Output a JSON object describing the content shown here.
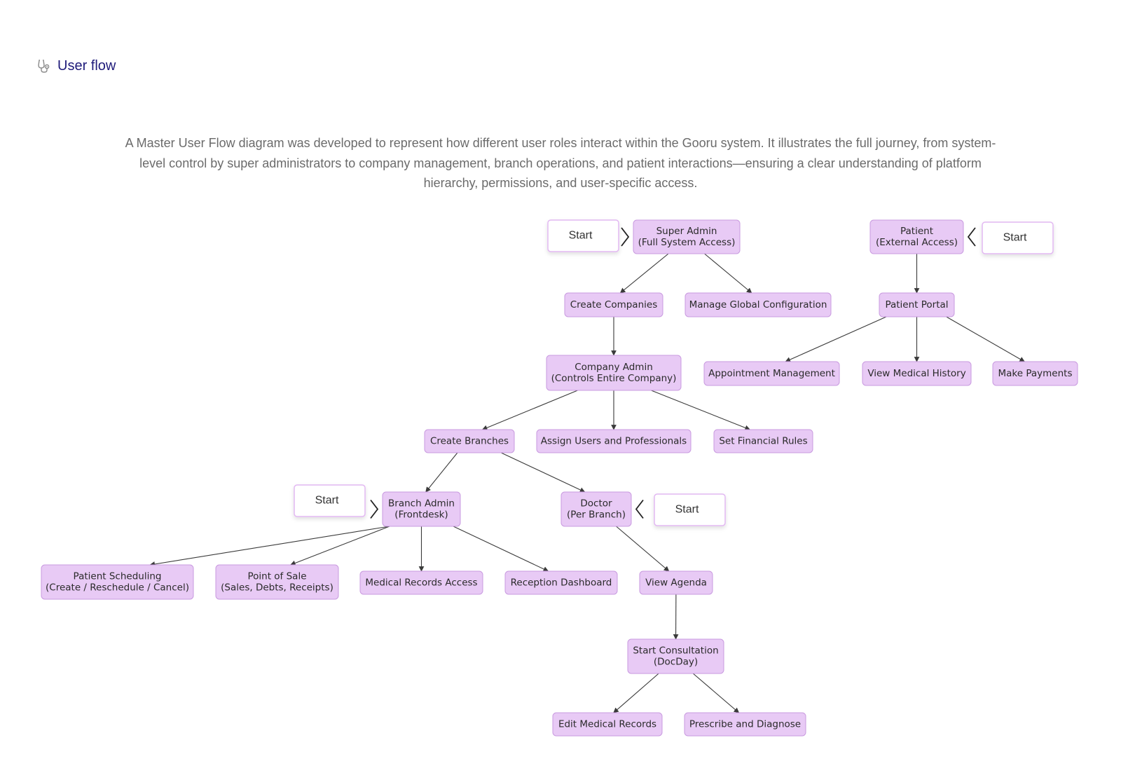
{
  "header": {
    "title": "User flow",
    "icon": "stethoscope-icon"
  },
  "description": "A Master User Flow diagram was developed to represent how different user roles interact within the Gooru system. It illustrates the full journey, from system-level control by super administrators to company management, branch operations, and patient interactions—ensuring a clear understanding of platform hierarchy, permissions, and user-specific access.",
  "colors": {
    "node_fill": "#e8caf5",
    "node_border": "#c99be0",
    "start_border": "#e2b8f2",
    "title": "#1f1b7a"
  },
  "diagram": {
    "nodes": [
      {
        "id": "super_admin",
        "lines": [
          "Super Admin",
          "(Full System Access)"
        ]
      },
      {
        "id": "create_companies",
        "lines": [
          "Create Companies"
        ]
      },
      {
        "id": "manage_global",
        "lines": [
          "Manage Global Configuration"
        ]
      },
      {
        "id": "company_admin",
        "lines": [
          "Company Admin",
          "(Controls Entire Company)"
        ]
      },
      {
        "id": "create_branches",
        "lines": [
          "Create Branches"
        ]
      },
      {
        "id": "assign_users",
        "lines": [
          "Assign Users and Professionals"
        ]
      },
      {
        "id": "set_financial",
        "lines": [
          "Set Financial Rules"
        ]
      },
      {
        "id": "branch_admin",
        "lines": [
          "Branch Admin",
          "(Frontdesk)"
        ]
      },
      {
        "id": "doctor",
        "lines": [
          "Doctor",
          "(Per Branch)"
        ]
      },
      {
        "id": "patient_scheduling",
        "lines": [
          "Patient Scheduling",
          "(Create / Reschedule / Cancel)"
        ]
      },
      {
        "id": "point_of_sale",
        "lines": [
          "Point of Sale",
          "(Sales, Debts, Receipts)"
        ]
      },
      {
        "id": "medical_records_access",
        "lines": [
          "Medical Records Access"
        ]
      },
      {
        "id": "reception_dashboard",
        "lines": [
          "Reception Dashboard"
        ]
      },
      {
        "id": "view_agenda",
        "lines": [
          "View Agenda"
        ]
      },
      {
        "id": "start_consultation",
        "lines": [
          "Start Consultation",
          "(DocDay)"
        ]
      },
      {
        "id": "edit_medical_records",
        "lines": [
          "Edit Medical Records"
        ]
      },
      {
        "id": "prescribe_diagnose",
        "lines": [
          "Prescribe and Diagnose"
        ]
      },
      {
        "id": "patient",
        "lines": [
          "Patient",
          "(External Access)"
        ]
      },
      {
        "id": "patient_portal",
        "lines": [
          "Patient Portal"
        ]
      },
      {
        "id": "appointment_management",
        "lines": [
          "Appointment Management"
        ]
      },
      {
        "id": "view_medical_history",
        "lines": [
          "View Medical History"
        ]
      },
      {
        "id": "make_payments",
        "lines": [
          "Make Payments"
        ]
      }
    ],
    "starts": [
      {
        "id": "start_super_admin",
        "label": "Start",
        "target": "super_admin"
      },
      {
        "id": "start_patient",
        "label": "Start",
        "target": "patient"
      },
      {
        "id": "start_branch_admin",
        "label": "Start",
        "target": "branch_admin"
      },
      {
        "id": "start_doctor",
        "label": "Start",
        "target": "doctor"
      }
    ],
    "edges": [
      [
        "super_admin",
        "create_companies"
      ],
      [
        "super_admin",
        "manage_global"
      ],
      [
        "create_companies",
        "company_admin"
      ],
      [
        "company_admin",
        "create_branches"
      ],
      [
        "company_admin",
        "assign_users"
      ],
      [
        "company_admin",
        "set_financial"
      ],
      [
        "create_branches",
        "branch_admin"
      ],
      [
        "create_branches",
        "doctor"
      ],
      [
        "branch_admin",
        "patient_scheduling"
      ],
      [
        "branch_admin",
        "point_of_sale"
      ],
      [
        "branch_admin",
        "medical_records_access"
      ],
      [
        "branch_admin",
        "reception_dashboard"
      ],
      [
        "doctor",
        "view_agenda"
      ],
      [
        "view_agenda",
        "start_consultation"
      ],
      [
        "start_consultation",
        "edit_medical_records"
      ],
      [
        "start_consultation",
        "prescribe_diagnose"
      ],
      [
        "patient",
        "patient_portal"
      ],
      [
        "patient_portal",
        "appointment_management"
      ],
      [
        "patient_portal",
        "view_medical_history"
      ],
      [
        "patient_portal",
        "make_payments"
      ]
    ]
  }
}
